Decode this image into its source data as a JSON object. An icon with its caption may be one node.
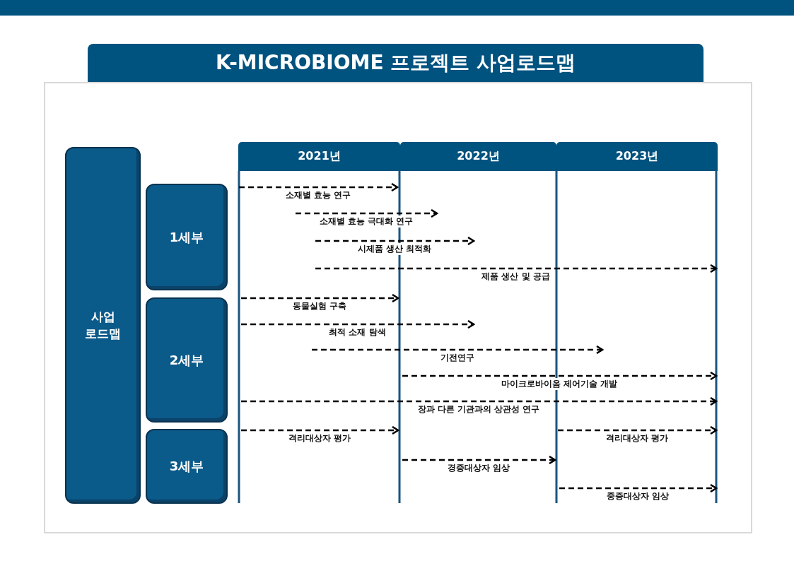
{
  "diagram": {
    "title": "K-MICROBIOME 프로젝트 사업로드맵",
    "nodes": [
      {
        "text": [],
        "shape": "bar"
      },
      {
        "text": [
          "사업 로드맵"
        ]
      },
      {
        "text": [
          "1세부"
        ]
      },
      {
        "text": [
          "2세부"
        ]
      },
      {
        "text": [
          "3세부"
        ]
      },
      {
        "text": [
          "2021년"
        ]
      },
      {
        "text": [
          "2022년"
        ]
      },
      {
        "text": [
          "2023년"
        ]
      }
    ],
    "labels": [
      "소재별 효능 연구",
      "소재별 효능 극대화 연구",
      "시제품 생산 최적화",
      "제품 생산 및 공급",
      "동물실험 구축",
      "최적 소재 탐색",
      "기전연구",
      "마이크로바이옴 제어기술 개발",
      "장과 다른 기관과의 상관성 연구",
      "격리대상자 평가",
      "격리대상자 평가",
      "경증대상자 임상",
      "중증대상자 임상"
    ]
  }
}
